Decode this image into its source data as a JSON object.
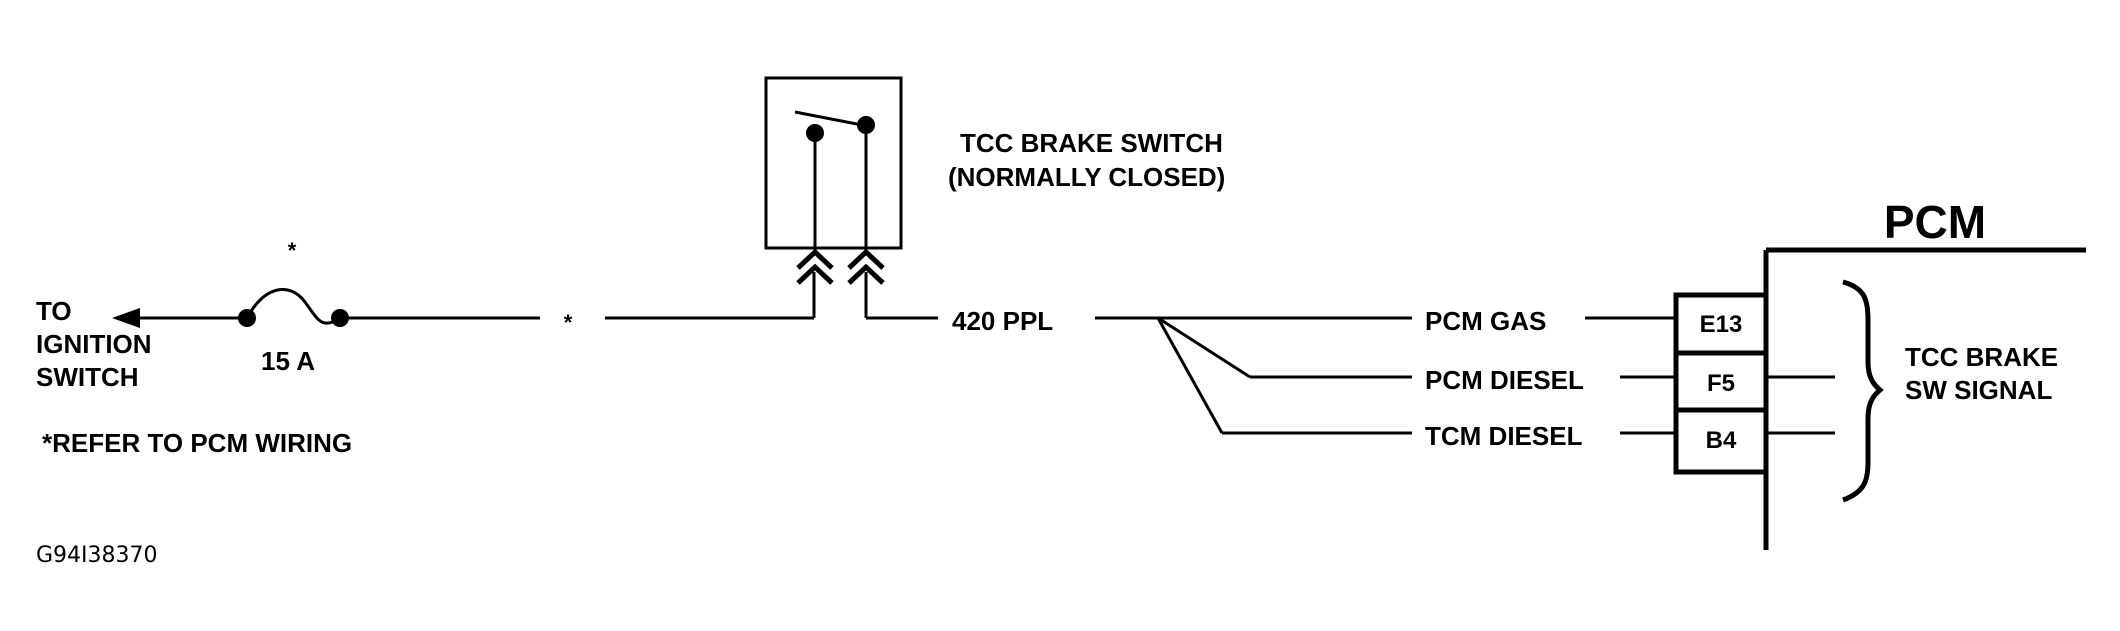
{
  "ignition": {
    "line1": "TO",
    "line2": "IGNITION",
    "line3": "SWITCH"
  },
  "fuse": {
    "marker": "*",
    "rating": "15 A"
  },
  "wire_marker": "*",
  "note": "*REFER TO PCM WIRING",
  "figure_id": "G94I38370",
  "switch": {
    "line1": "TCC BRAKE SWITCH",
    "line2": "(NORMALLY CLOSED)"
  },
  "wire_label": "420 PPL",
  "branches": [
    {
      "label": "PCM GAS",
      "pin": "E13"
    },
    {
      "label": "PCM DIESEL",
      "pin": "F5"
    },
    {
      "label": "TCM DIESEL",
      "pin": "B4"
    }
  ],
  "pcm": {
    "title": "PCM",
    "signal_line1": "TCC BRAKE",
    "signal_line2": "SW SIGNAL"
  }
}
